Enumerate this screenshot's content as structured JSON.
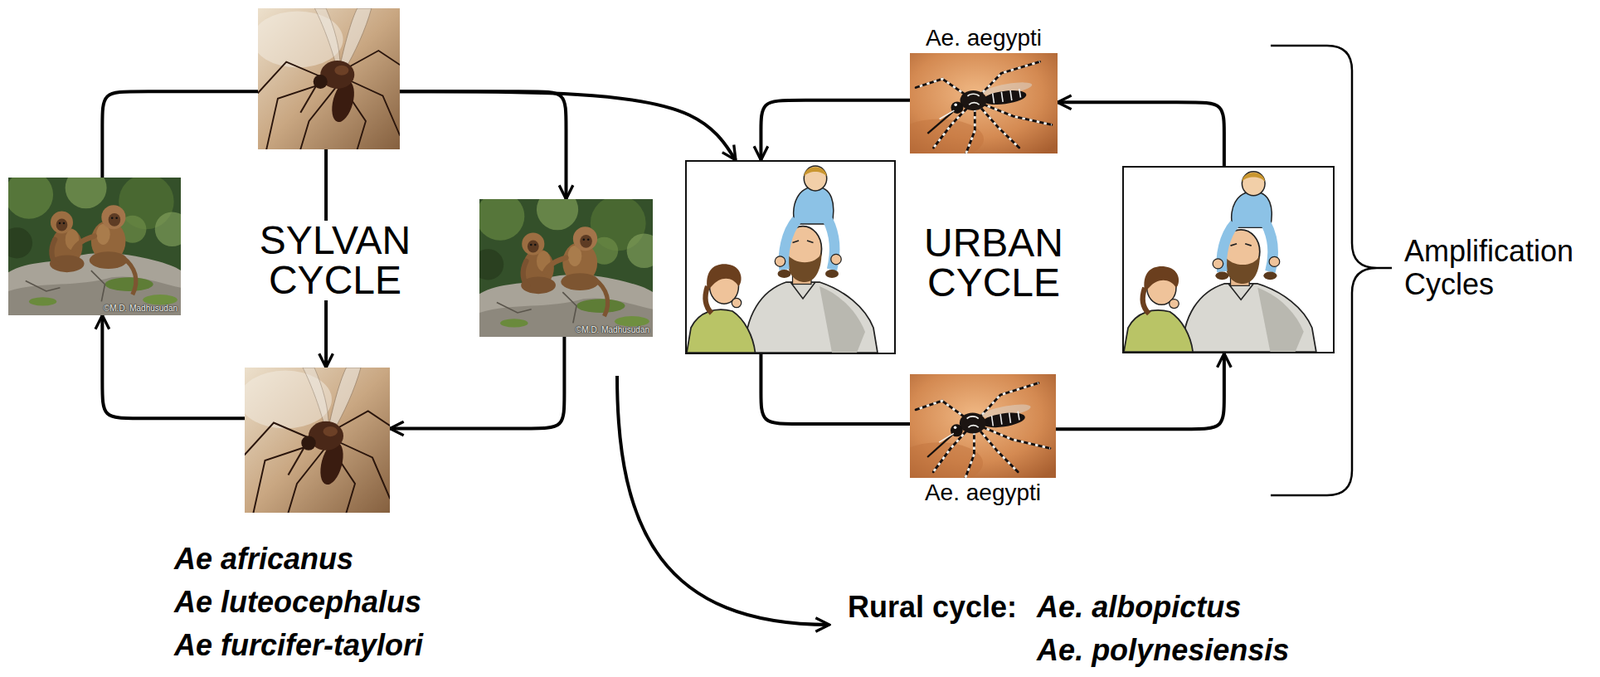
{
  "diagram": {
    "nodes": [
      {
        "text": []
      },
      {
        "text": [
          "©M.D. Madhusudan"
        ]
      },
      {
        "text": [
          "©M.D. Madhusudan"
        ]
      },
      {
        "text": []
      },
      {
        "text": []
      },
      {
        "text": [
          "Ae. aegypti"
        ]
      },
      {
        "text": [
          "Ae. aegypti"
        ]
      },
      {
        "text": []
      }
    ],
    "edges": [
      {
        "from": 3,
        "to": 1,
        "arrow": "to"
      },
      {
        "from": 1,
        "to": 0,
        "arrow": "none"
      },
      {
        "from": 0,
        "to": 2,
        "arrow": "to"
      },
      {
        "from": 0,
        "to": 4,
        "arrow": "to"
      },
      {
        "from": 0,
        "to": 3,
        "arrow": "to"
      },
      {
        "from": 2,
        "to": 3,
        "arrow": "to"
      },
      {
        "from": 5,
        "to": 4,
        "arrow": "to"
      },
      {
        "from": 4,
        "to": 6,
        "arrow": "none"
      },
      {
        "from": 6,
        "to": 7,
        "arrow": "to"
      },
      {
        "from": 7,
        "to": 5,
        "arrow": "to"
      }
    ],
    "labels": [
      "SYLVAN CYCLE",
      "URBAN CYCLE",
      "Amplification Cycles",
      "Ae africanus",
      "Ae luteocephalus",
      "Ae furcifer-taylori",
      "Rural cycle:",
      "Ae. albopictus",
      "Ae. polynesiensis"
    ]
  }
}
